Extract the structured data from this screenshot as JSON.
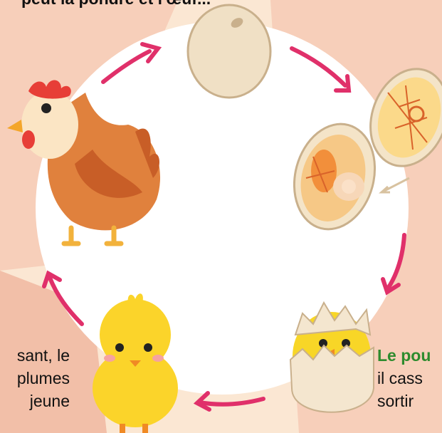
{
  "top_text": "peut la pondre et l'œuf...",
  "left_text": {
    "line1": "sant, le",
    "line2": "plumes",
    "line3": "jeune"
  },
  "right_text": {
    "highlight": "Le pou",
    "line2": "il cass",
    "line3": "sortir"
  },
  "colors": {
    "arrow": "#e0306a",
    "background": "#fbe7d3",
    "band": "#f6ccb7",
    "circle": "#ffffff",
    "highlight": "#2e8b2e"
  },
  "icons": [
    "egg-icon",
    "embryo-early-icon",
    "embryo-late-icon",
    "hatching-chick-icon",
    "chick-icon",
    "hen-icon"
  ]
}
